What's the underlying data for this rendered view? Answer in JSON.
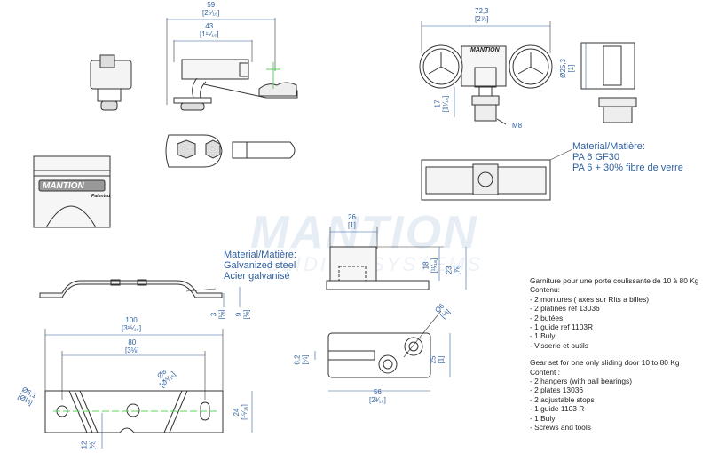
{
  "watermark": {
    "brand": "MANTION",
    "tagline": "SLIDING SYSTEMS"
  },
  "part_logos": {
    "roller": "MANTION",
    "block": "MANTION",
    "patented": "Patented"
  },
  "hanger_side": {
    "overall_mm": "59",
    "overall_in": "[2⁵⁄₁₆]",
    "inner_mm": "43",
    "inner_in": "[1¹¹⁄₁₆]"
  },
  "roller_front": {
    "width_mm": "72,3",
    "width_in": "[2⅞]",
    "height_mm": "17",
    "height_in": "[1¹⁄₁₆]",
    "thread": "M8"
  },
  "roller_side": {
    "dia_mm": "Ø25,3",
    "dia_in": "[1]"
  },
  "roller_material": {
    "line1": "Material/Matière:",
    "line2": "PA 6 GF30",
    "line3": "PA 6 + 30% fibre de verre"
  },
  "plate_material": {
    "line1": "Material/Matière:",
    "line2": "Galvanized steel",
    "line3": "Acier galvanisé"
  },
  "plate_side": {
    "t_mm": "3",
    "t_in": "[⅛]",
    "h_mm": "9",
    "h_in": "[⅜]"
  },
  "plate_top": {
    "length_mm": "100",
    "length_in": "[3¹⁵⁄₁₆]",
    "holes_mm": "80",
    "holes_in": "[3⅛]",
    "hole_dia_mm": "Ø6,1",
    "hole_dia_in": "[Ø¼]",
    "center_dia_mm": "Ø8",
    "center_dia_in": "[Ø⁵⁄₁₆]",
    "width_mm": "24",
    "width_in": "[¹⁵⁄₁₆]",
    "offset_mm": "12",
    "offset_in": "[½]"
  },
  "stop_side": {
    "w_mm": "26",
    "w_in": "[1]",
    "h1_mm": "18",
    "h1_in": "[¹¹⁄₁₆]",
    "h2_mm": "23",
    "h2_in": "[⅞]"
  },
  "stop_top": {
    "dia_mm": "Ø6",
    "dia_in": "[¼]",
    "slot_mm": "6,2",
    "slot_in": "[¼]",
    "w_mm": "25",
    "w_in": "[1]",
    "l_mm": "56",
    "l_in": "[2³⁄₁₆]"
  },
  "description_fr": [
    "Garniture pour une porte coulissante de 10 à 80 Kg",
    "Contenu:",
    "- 2 montures ( axes sur Rlts a billes)",
    "- 2 platines ref 13036",
    "- 2 butées",
    "- 1 guide ref 1103R",
    "- 1 Buly",
    "- Visserie et outils"
  ],
  "description_en": [
    "Gear set for one only sliding door 10 to 80 Kg",
    "Content :",
    "- 2 hangers (with ball bearings)",
    "- 2 plates 13036",
    "- 2 adjustable stops",
    "- 1 guide 1103 R",
    "- 1 Buly",
    "- Screws and tools"
  ],
  "colors": {
    "dim": "#2f5f9e",
    "line": "#333333",
    "center": "#5cd65c",
    "watermark": "#e6edf5"
  }
}
